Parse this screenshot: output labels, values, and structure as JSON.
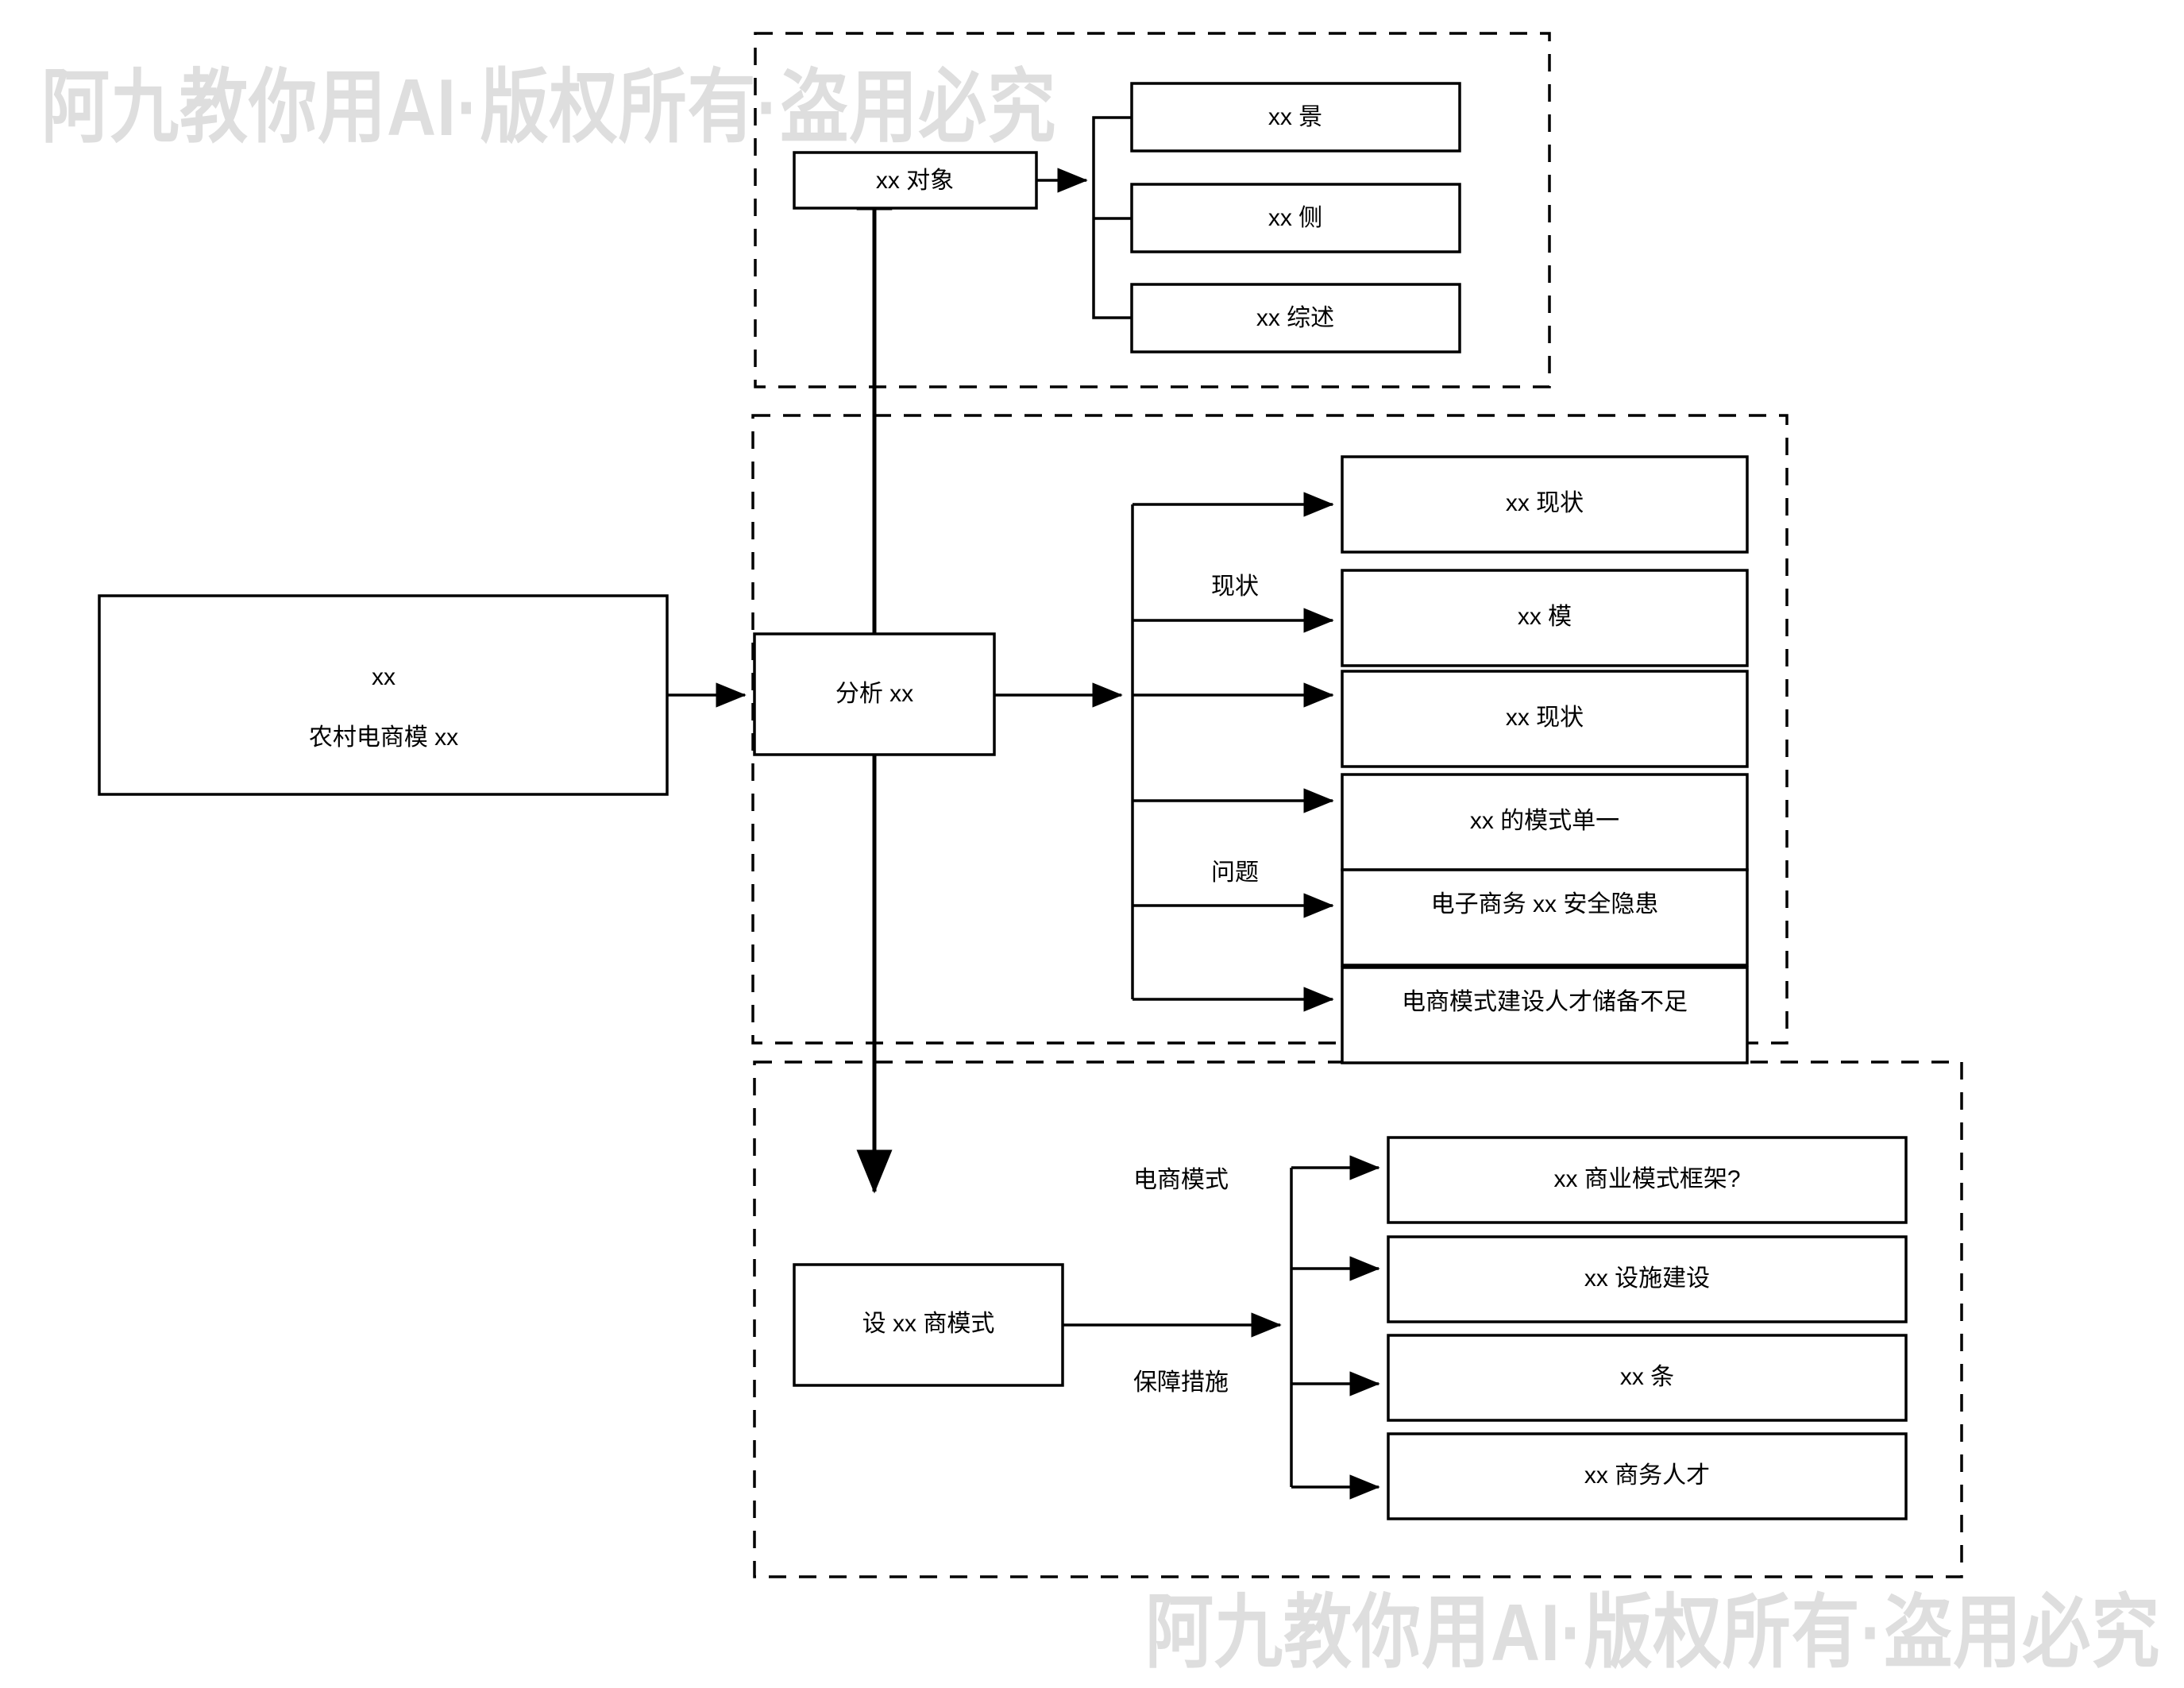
{
  "diagram": {
    "title_node": {
      "line1": "xx",
      "line2": "农村电商模 xx"
    },
    "groups": [
      {
        "name": "object-group",
        "root": {
          "label": "xx 对象"
        },
        "children": [
          {
            "label": "xx 景"
          },
          {
            "label": "xx 侧"
          },
          {
            "label": "xx 综述"
          }
        ]
      },
      {
        "name": "analysis-group",
        "root": {
          "label": "分析 xx"
        },
        "edge_labels": {
          "top": "现状",
          "bottom": "问题"
        },
        "children": [
          {
            "label": "xx 现状"
          },
          {
            "label": "xx 模"
          },
          {
            "label": "xx 现状"
          },
          {
            "label": "xx 的模式单一"
          },
          {
            "label": "电子商务 xx 安全隐患"
          },
          {
            "label": "电商模式建设人才储备不足"
          }
        ]
      },
      {
        "name": "design-group",
        "root": {
          "label": "设 xx 商模式"
        },
        "edge_labels": {
          "top": "电商模式",
          "bottom": "保障措施"
        },
        "children": [
          {
            "label": "xx 商业模式框架?"
          },
          {
            "label": "xx 设施建设"
          },
          {
            "label": "xx 条"
          },
          {
            "label": "xx 商务人才"
          }
        ]
      }
    ]
  },
  "watermarks": {
    "top": "阿九教你用AI·版权所有·盗用必究",
    "bottom": "阿九教你用AI·版权所有·盗用必究"
  },
  "colors": {
    "stroke": "#000000",
    "fill": "#ffffff",
    "watermark": "#dedede",
    "background": "#ffffff"
  }
}
